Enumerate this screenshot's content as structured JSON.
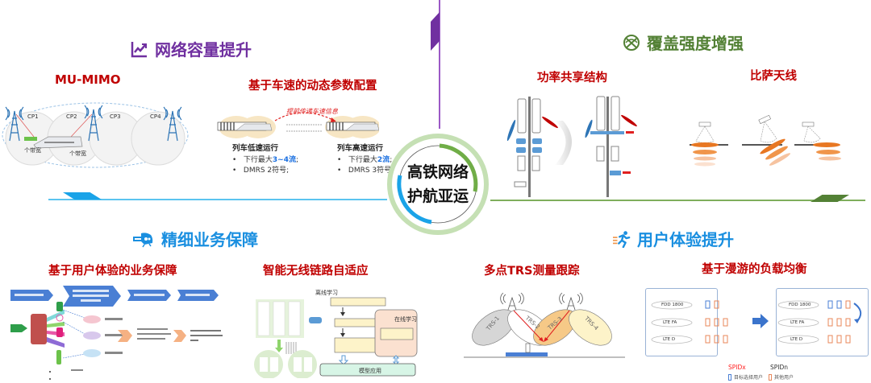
{
  "center": {
    "line1": "高铁网络",
    "line2": "护航亚运"
  },
  "quadrants": {
    "capacity": {
      "title": "网络容量提升",
      "icon": "trend-chart-icon",
      "color": "#7030a0",
      "items": [
        {
          "title": "MU-MIMO",
          "cells": [
            "CP1",
            "CP2",
            "CP3",
            "CP4"
          ],
          "user_labels": [
            "个带宽",
            "个带宽"
          ]
        },
        {
          "title": "基于车速的动态参数配置",
          "arrow_label": "提前传递车速信息",
          "low_speed": {
            "label": "列车低速运行",
            "b1_prefix": "下行最大",
            "b1_value": "3~4流",
            "b1_suffix": ";",
            "b2": "DMRS 2符号;"
          },
          "high_speed": {
            "label": "列车高速运行",
            "b1_prefix": "下行最大",
            "b1_value": "2流",
            "b1_suffix": ";",
            "b2": "DMRS 3符号;"
          }
        }
      ]
    },
    "coverage": {
      "title": "覆盖强度增强",
      "icon": "knot-icon",
      "color": "#538135",
      "items": [
        {
          "title": "功率共享结构"
        },
        {
          "title": "比萨天线"
        }
      ]
    },
    "service": {
      "title": "精细业务保障",
      "icon": "train-icon",
      "color": "#1a8fe0",
      "items": [
        {
          "title": "基于用户体验的业务保障"
        },
        {
          "title": "智能无线链路自适应",
          "offline": "离线学习",
          "online": "在线学习",
          "apply": "模型应用"
        }
      ]
    },
    "experience": {
      "title": "用户体验提升",
      "icon": "runner-icon",
      "color": "#1a8fe0",
      "items": [
        {
          "title": "多点TRS测量跟踪",
          "trs": [
            "TRS-1",
            "TRS-2",
            "TRS-3",
            "TRS-4"
          ]
        },
        {
          "title": "基于漫游的负载均衡",
          "layers": [
            "FDD 1800",
            "LTE FA",
            "LTE D"
          ],
          "legend": {
            "spid_x": "SPIDx",
            "spid_n": "SPIDn",
            "target_users": "目标选择用户",
            "other_users": "其他用户"
          },
          "colors": {
            "target": "#4a7fd4",
            "other": "#e8875a",
            "spidx": "#ff2020"
          }
        }
      ]
    }
  }
}
